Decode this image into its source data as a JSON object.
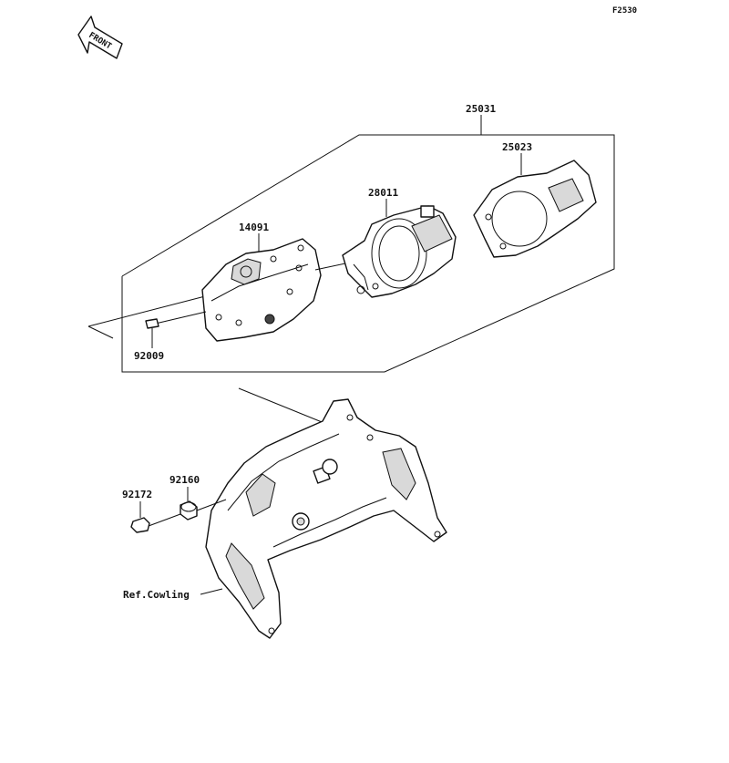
{
  "diagram_code": "F2530",
  "front_label": "FRONT",
  "parts": {
    "assembly": "25031",
    "cover": "25023",
    "meter_unit": "28011",
    "case": "14091",
    "screw": "92009",
    "collar": "92160",
    "grommet": "92172",
    "cowling_ref": "Ref.Cowling"
  },
  "colors": {
    "line": "#111111",
    "fill": "#ffffff",
    "shade": "#d9d9d9"
  },
  "icons": {
    "front_arrow": "front-arrow-icon"
  }
}
